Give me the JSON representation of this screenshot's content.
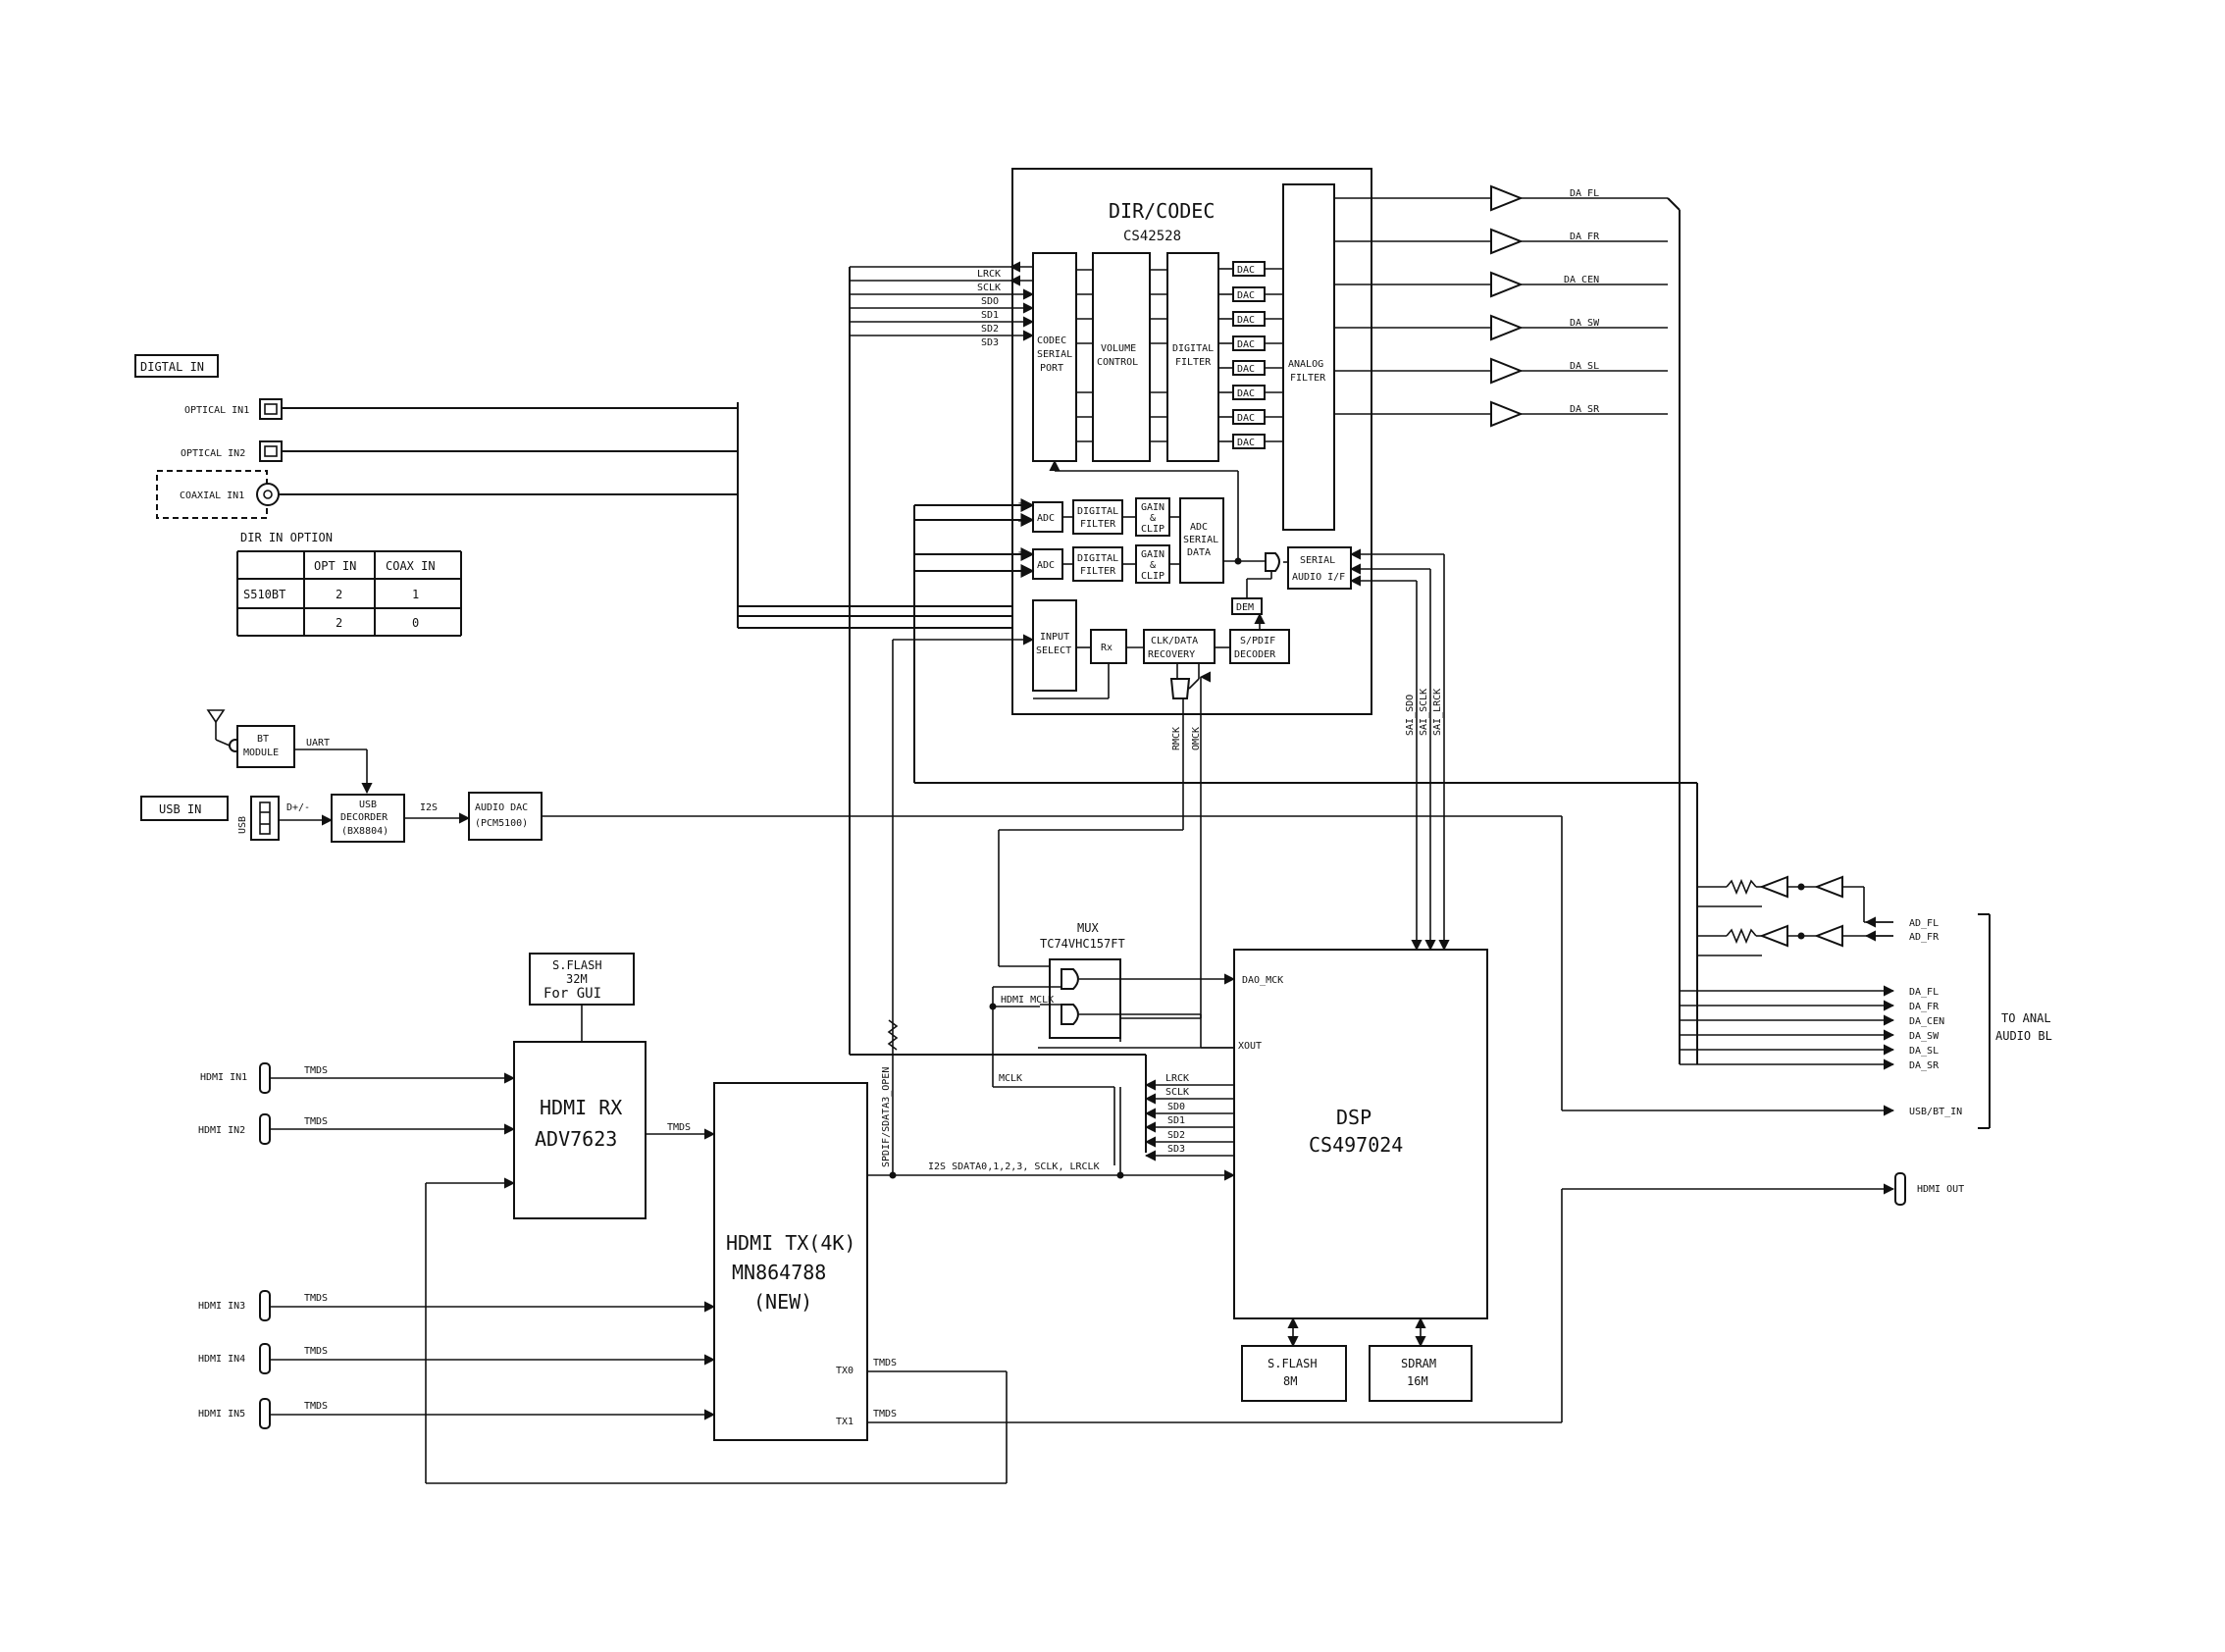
{
  "digital_in": {
    "header": "DIGTAL IN",
    "optical_in1": "OPTICAL IN1",
    "optical_in2": "OPTICAL IN2",
    "coaxial_in1": "COAXIAL IN1"
  },
  "dir_option": {
    "title": "DIR IN OPTION",
    "headers": [
      "",
      "OPT IN",
      "COAX IN"
    ],
    "rows": [
      [
        "S510BT",
        "2",
        "1"
      ],
      [
        "",
        "2",
        "0"
      ]
    ]
  },
  "codec": {
    "title": "DIR/CODEC",
    "part": "CS42528",
    "serial_port": [
      "CODEC",
      "SERIAL",
      "PORT"
    ],
    "volume": [
      "VOLUME",
      "CONTROL"
    ],
    "digital_filter": [
      "DIGITAL",
      "FILTER"
    ],
    "dac": "DAC",
    "analog_filter": [
      "ANALOG",
      "FILTER"
    ],
    "adc": "ADC",
    "gain_clip": [
      "GAIN",
      "&",
      "CLIP"
    ],
    "adc_serial": [
      "ADC",
      "SERIAL",
      "DATA"
    ],
    "serial_audio": [
      "SERIAL",
      "AUDIO I/F"
    ],
    "dem": "DEM",
    "input_select": [
      "INPUT",
      "SELECT"
    ],
    "rx": "Rx",
    "clk_recovery": [
      "CLK/DATA",
      "RECOVERY"
    ],
    "spdif_decoder": [
      "S/PDIF",
      "DECODER"
    ],
    "port_pins": [
      "LRCK",
      "SCLK",
      "SDO",
      "SD1",
      "SD2",
      "SD3"
    ],
    "rmck": "RMCK",
    "omck": "OMCK",
    "sai_pins": [
      "SAI_SDO",
      "SAI_SCLK",
      "SAI_LRCK"
    ]
  },
  "outputs_da": [
    "DA_FL",
    "DA_FR",
    "DA_CEN",
    "DA_SW",
    "DA_SL",
    "DA_SR"
  ],
  "bt": {
    "module": [
      "BT",
      "MODULE"
    ],
    "uart": "UART",
    "usb_in": "USB IN",
    "usb": "USB",
    "dp_dm": "D+/-",
    "decoder": [
      "USB",
      "DECORDER",
      "(BX8804)"
    ],
    "i2s": "I2S",
    "audio_dac": [
      "AUDIO DAC",
      "(PCM5100)"
    ]
  },
  "mux": {
    "title": "MUX",
    "part": "TC74VHC157FT",
    "hdmi_mclk": "HDMI MCLK",
    "mclk": "MCLK"
  },
  "hdmi": {
    "sflash_gui": [
      "S.FLASH",
      "32M",
      "For GUI"
    ],
    "rx": [
      "HDMI RX",
      "ADV7623"
    ],
    "tx": [
      "HDMI TX(4K)",
      "MN864788",
      "(NEW)"
    ],
    "tx0": "TX0",
    "tx1": "TX1",
    "tmds": "TMDS",
    "in1": "HDMI IN1",
    "in2": "HDMI IN2",
    "in3": "HDMI IN3",
    "in4": "HDMI IN4",
    "in5": "HDMI IN5",
    "out": "HDMI OUT",
    "spdif_label": "SPDIF/SDATA3_OPEN",
    "i2s_bus": "I2S SDATA0,1,2,3, SCLK, LRCLK"
  },
  "dsp": {
    "title": [
      "DSP",
      "CS497024"
    ],
    "dao_mck": "DAO_MCK",
    "xout": "XOUT",
    "pins": [
      "LRCK",
      "SCLK",
      "SD0",
      "SD1",
      "SD2",
      "SD3"
    ],
    "sflash": [
      "S.FLASH",
      "8M"
    ],
    "sdram": [
      "SDRAM",
      "16M"
    ]
  },
  "right": {
    "ad": [
      "AD_FL",
      "AD_FR"
    ],
    "da": [
      "DA_FL",
      "DA_FR",
      "DA_CEN",
      "DA_SW",
      "DA_SL",
      "DA_SR"
    ],
    "usb_bt": "USB/BT_IN",
    "to_anal": [
      "TO ANAL",
      "AUDIO BL"
    ]
  }
}
